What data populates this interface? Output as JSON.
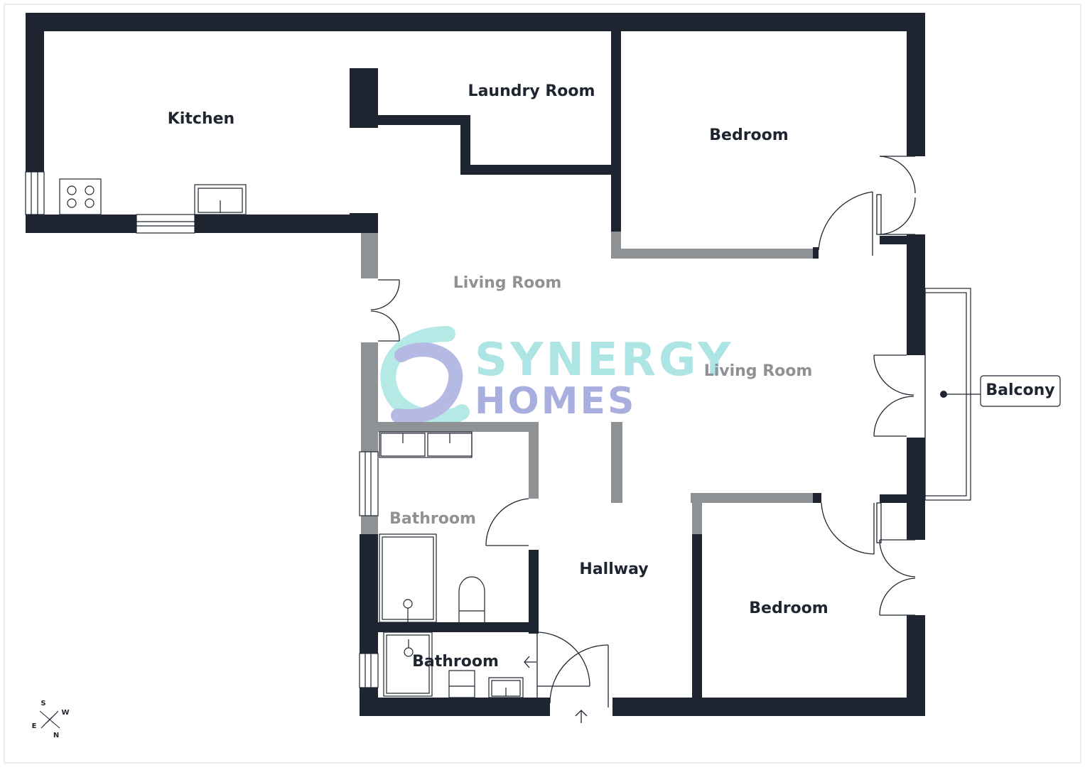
{
  "plan": {
    "colors": {
      "wall": "#1e2530",
      "wall_grey": "#8f9295",
      "fixture_line": "#1e2530",
      "watermark_teal": "#9fe0e0",
      "watermark_purple": "#9aa0d8"
    },
    "labels": {
      "kitchen": "Kitchen",
      "laundry_room": "Laundry Room",
      "bedroom_top": "Bedroom",
      "living_room_1": "Living Room",
      "living_room_2": "Living Room",
      "bathroom_main": "Bathroom",
      "hallway": "Hallway",
      "bathroom_small": "Bathroom",
      "bedroom_bottom": "Bedroom",
      "balcony": "Balcony"
    },
    "watermark": {
      "line1": "SYNERGY",
      "line2": "HOMES"
    },
    "compass": {
      "s": "S",
      "w": "W",
      "e": "E",
      "n": "N"
    }
  }
}
